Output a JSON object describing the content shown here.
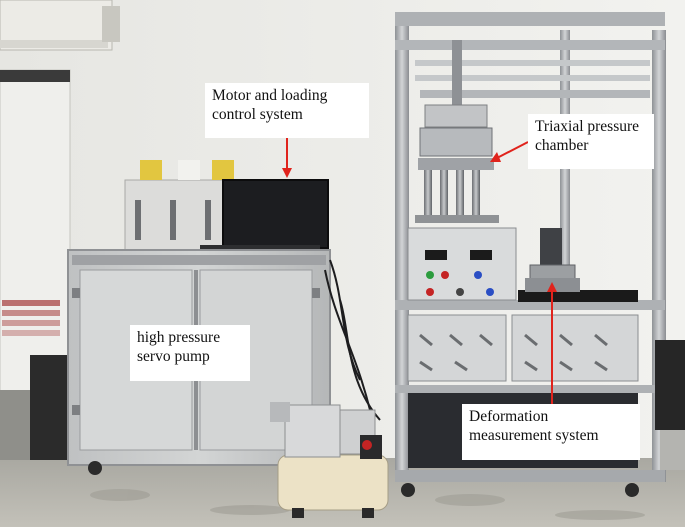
{
  "labels": {
    "motor_control": {
      "line1": "Motor and loading",
      "line2": "control system"
    },
    "triaxial_chamber": {
      "line1": "Triaxial pressure",
      "line2": "chamber"
    },
    "servo_pump": {
      "line1": "high pressure",
      "line2": "servo pump"
    },
    "deformation": {
      "line1": "Deformation",
      "line2": "measurement system"
    }
  },
  "colors": {
    "arrow": "#e0231c",
    "label_bg": "#ffffff",
    "frame_aluminum": "#b9bcbf",
    "cabinet": "#c9cbcc",
    "wall": "#ebebe7",
    "floor": "#b8b6ae"
  }
}
